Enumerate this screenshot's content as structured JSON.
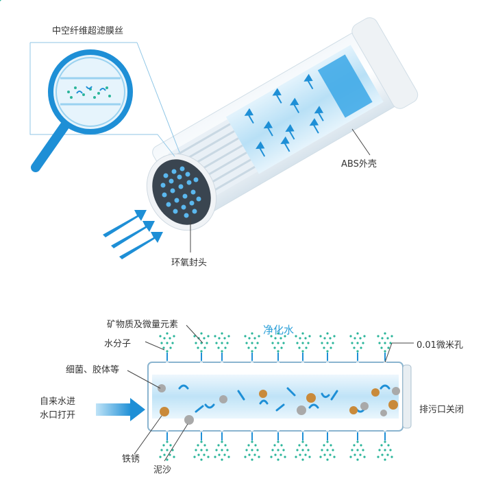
{
  "top": {
    "fiber_label": "中空纤维超滤膜丝",
    "shell_label": "ABS外壳",
    "seal_label": "环氧封头"
  },
  "bottom": {
    "minerals_label": "矿物质及微量元素",
    "purified_label": "净化水",
    "water_molecule_label": "水分子",
    "pore_label": "0.01微米孔",
    "bacteria_label": "细菌、胶体等",
    "inlet_label_line1": "自来水进",
    "inlet_label_line2": "水口打开",
    "drain_label": "排污口关闭",
    "rust_label": "铁锈",
    "sand_label": "泥沙"
  },
  "colors": {
    "accent_blue": "#1e8fd6",
    "light_blue": "#cfe9f8",
    "label_blue": "#2a9fd8",
    "dot_green": "#2bb59a",
    "rust_orange": "#c98a3a",
    "sand_gray": "#a9a9a9"
  }
}
